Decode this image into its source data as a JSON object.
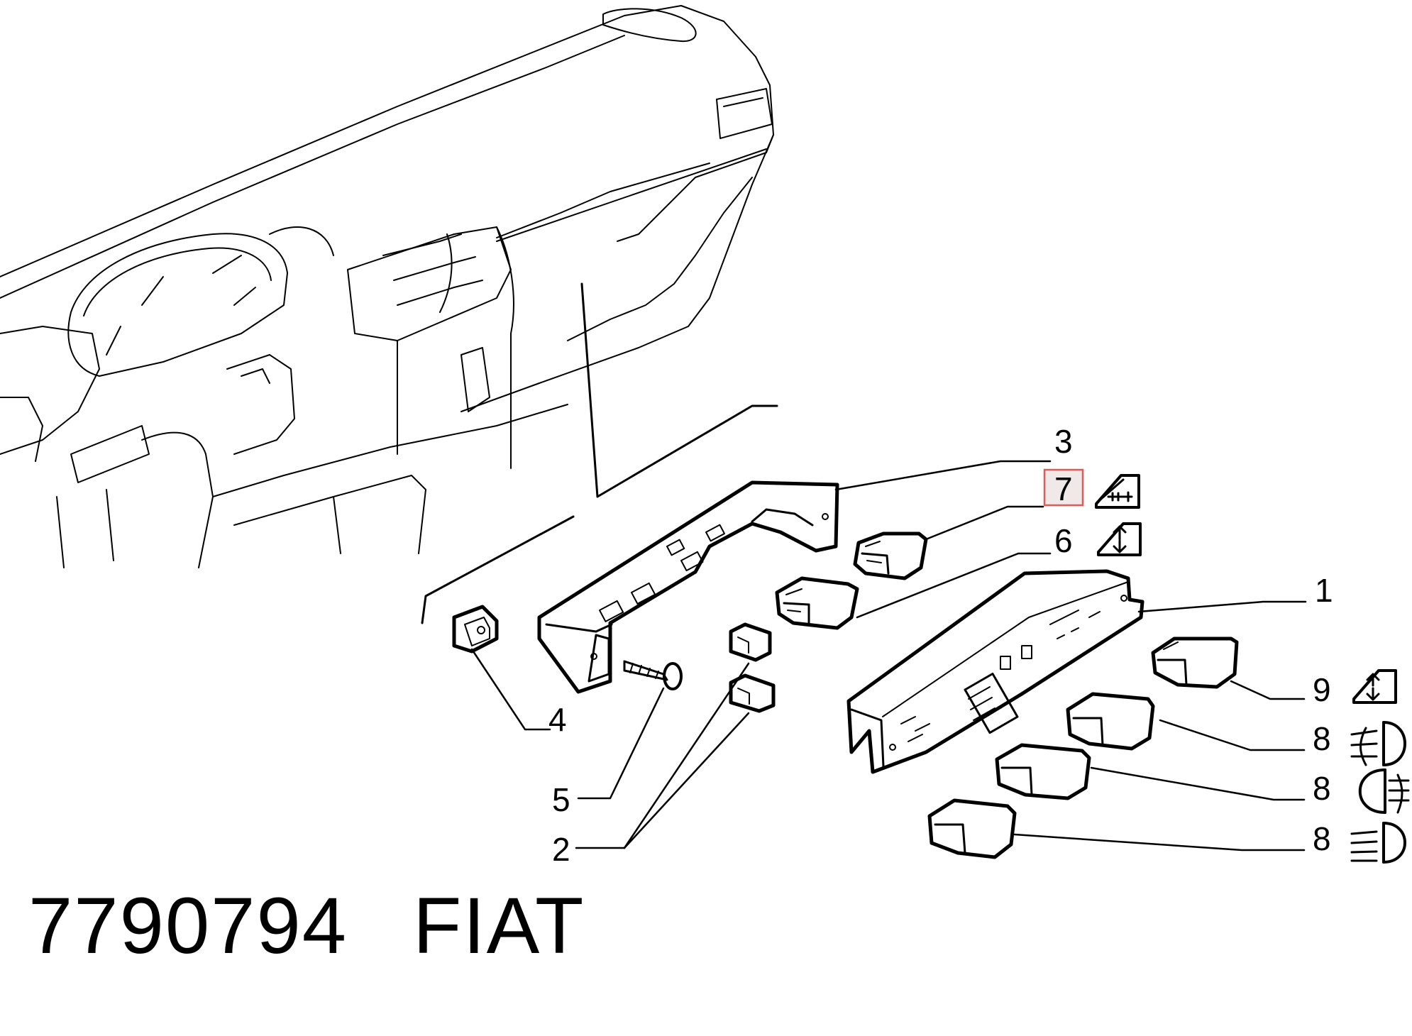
{
  "callouts": {
    "c1": "1",
    "c2": "2",
    "c3": "3",
    "c4": "4",
    "c5": "5",
    "c6": "6",
    "c7": "7",
    "c8a": "8",
    "c8b": "8",
    "c8c": "8",
    "c9": "9"
  },
  "highlight": {
    "item": "7",
    "color": "#e05a5a"
  },
  "icons": {
    "c7": "window-lock-icon",
    "c6": "power-window-icon",
    "c9": "power-window-icon",
    "c8a": "rear-fog-light-icon",
    "c8b": "rear-fog-lamp-icon",
    "c8c": "headlight-leveling-icon"
  },
  "footer": {
    "part_number": "7790794",
    "brand": "FIAT"
  }
}
